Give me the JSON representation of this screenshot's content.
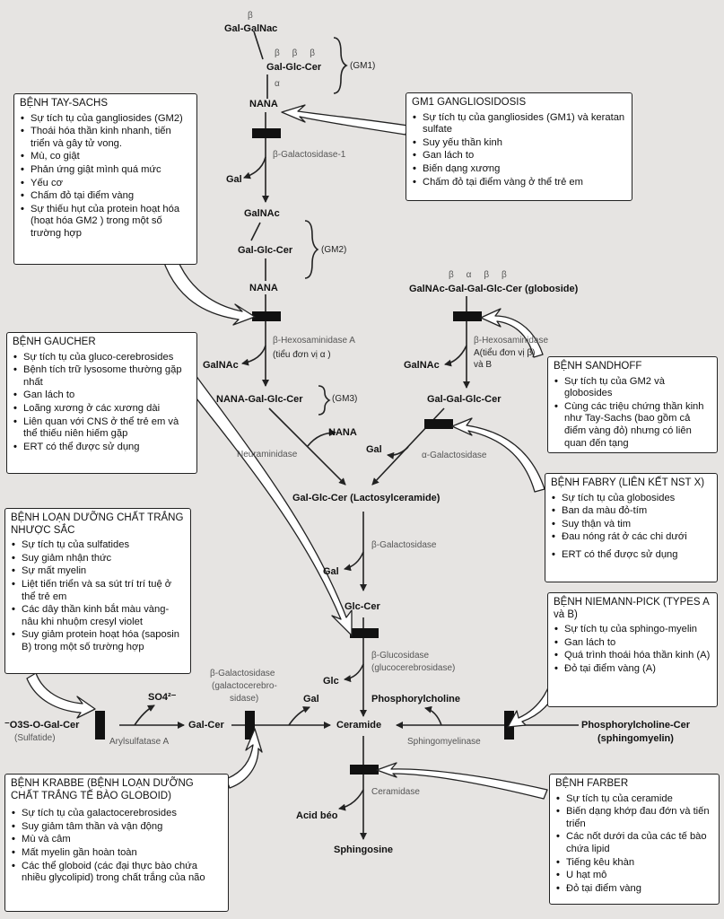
{
  "pathway": {
    "gm1_beta_top": "β",
    "gm1_galgalnac": "Gal-GalNac",
    "gm1_betas": "β     β     β",
    "gm1_galglccer": "Gal-Glc-Cer",
    "gm1_alpha": "α",
    "gm1_label": "(GM1)",
    "nana_1": "NANA",
    "enzyme_b_galactosidase_1": "β-Galactosidase-1",
    "gal_1": "Gal",
    "galnac_1": "GalNAc",
    "gm2_galglccer": "Gal-Glc-Cer",
    "gm2_label": "(GM2)",
    "nana_2": "NANA",
    "globoside_betas": "β     α     β     β",
    "globoside": "GalNAc-Gal-Gal-Glc-Cer (globoside)",
    "enzyme_hexa": "β-Hexosaminidase A",
    "hexa_subunit": "(tiểu đơn vị α )",
    "galnac_2": "GalNAc",
    "enzyme_hexab": "β-Hexosaminidase",
    "hexab_subunit_1": "A(tiểu đơn vị β)",
    "hexab_subunit_2": "và B",
    "galnac_3": "GalNAc",
    "gm3": "NANA-Gal-Glc-Cer",
    "gm3_label": "(GM3)",
    "nana_3": "NANA",
    "galgalglccer": "Gal-Gal-Glc-Cer",
    "gal_2": "Gal",
    "enzyme_neuraminidase": "Neuraminidase",
    "enzyme_alpha_galactosidase": "α-Galactosidase",
    "lactosylceramide": "Gal-Glc-Cer (Lactosylceramide)",
    "enzyme_b_galactosidase_2": "β-Galactosidase",
    "gal_3": "Gal",
    "glccer": "Glc-Cer",
    "enzyme_glucosidase": "β-Glucosidase",
    "enzyme_glucosidase_alt": "(glucocerebrosidase)",
    "glc": "Glc",
    "phosphorylcholine": "Phosphorylcholine",
    "enzyme_galactocerebrosidase_1": "β-Galactosidase",
    "enzyme_galactocerebrosidase_2": "(galactocerebro-",
    "enzyme_galactocerebrosidase_3": "sidase)",
    "so4": "SO4²⁻",
    "gal_4": "Gal",
    "sulfatide": "⁻O3S-O-Gal-Cer",
    "sulfatide_name": "(Sulfatide)",
    "galcer": "Gal-Cer",
    "ceramide": "Ceramide",
    "sphingomyelin": "Phosphorylcholine-Cer",
    "sphingomyelin_name": "(sphingomyelin)",
    "enzyme_arylsulfatase": "Arylsulfatase A",
    "enzyme_sphingomyelinase": "Sphingomyelinase",
    "enzyme_ceramidase": "Ceramidase",
    "fatty_acid": "Acid béo",
    "sphingosine": "Sphingosine"
  },
  "boxes": {
    "tay_sachs": {
      "title": "BỆNH TAY-SACHS",
      "items": [
        "Sự tích tụ của gangliosides (GM2)",
        "Thoái hóa thần kinh nhanh, tiến triển và gây tử vong.",
        "Mù, co giật",
        "Phản ứng giật mình quá mức",
        "Yếu cơ",
        "Chấm đỏ tại điểm vàng",
        "Sự thiếu hụt của protein hoạt hóa (hoạt hóa GM2 ) trong một số trường hợp"
      ]
    },
    "gm1": {
      "title": "GM1 GANGLIOSIDOSIS",
      "items": [
        "Sự tích tụ của gangliosides (GM1) và keratan sulfate",
        "Suy yếu thần kinh",
        "Gan lách to",
        "Biến dạng xương",
        "Chấm đỏ tại điểm vàng ở thể trẻ em"
      ]
    },
    "gaucher": {
      "title": "BỆNH GAUCHER",
      "items": [
        "Sự tích tụ của gluco-cerebrosides",
        "Bệnh tích trữ lysosome thường gặp nhất",
        "Gan lách to",
        "Loãng xương ở các xương dài",
        "Liên quan với CNS ở thể trẻ em và thể thiếu niên hiếm gặp",
        "ERT có thể được sử dụng"
      ]
    },
    "sandhoff": {
      "title": "BỆNH SANDHOFF",
      "items": [
        "Sự tích tụ của GM2 và globosides",
        "Cùng các triệu chứng thần kinh như Tay-Sachs (bao gồm cả điểm vàng đỏ) nhưng có liên quan đến tạng"
      ]
    },
    "fabry": {
      "title": "BỆNH FABRY (LIÊN KẾT NST X)",
      "items": [
        "Sự tích tụ của globosides",
        "Ban da màu đỏ-tím",
        "Suy thận và tim",
        "Đau nóng rát ở các chi dưới",
        "ERT có thể được sử dụng"
      ]
    },
    "mld": {
      "title": "BỆNH LOẠN DƯỠNG CHẤT TRẮNG NHƯỢC SẮC",
      "items": [
        "Sự tích tụ của sulfatides",
        "Suy giảm nhận thức",
        "Sự mất myelin",
        "Liệt tiến triển và sa sút trí trí tuệ ở thể trẻ em",
        "Các dây thần kinh bắt màu vàng-nâu khi nhuộm cresyl violet",
        "Suy giảm protein hoạt hóa (saposin B) trong một số trường hợp"
      ]
    },
    "niemann_pick": {
      "title": "BỆNH NIEMANN-PICK (TYPES A và B)",
      "items": [
        "Sự tích tụ của sphingo-myelin",
        "Gan lách to",
        "Quá trình thoái hóa thần kinh (A)",
        "Đỏ tại điểm vàng (A)"
      ]
    },
    "krabbe": {
      "title": "BỆNH KRABBE (BỆNH LOẠN DƯỠNG CHẤT TRẮNG TẾ BÀO GLOBOID)",
      "items": [
        "Sự tích tụ của galactocerebrosides",
        "Suy giảm tâm thần và vận động",
        "Mù và câm",
        "Mất myelin gần hoàn toàn",
        "Các thể globoid (các đại thực bào chứa nhiều glycolipid) trong chất trắng của não"
      ]
    },
    "farber": {
      "title": "BỆNH FARBER",
      "items": [
        "Sự tích tụ của ceramide",
        "Biến dạng khớp đau đớn và tiến triển",
        "Các nốt dưới da của các tế bào chứa lipid",
        "Tiếng kêu khàn",
        "U hạt mô",
        "Đỏ tại điểm vàng"
      ]
    }
  }
}
